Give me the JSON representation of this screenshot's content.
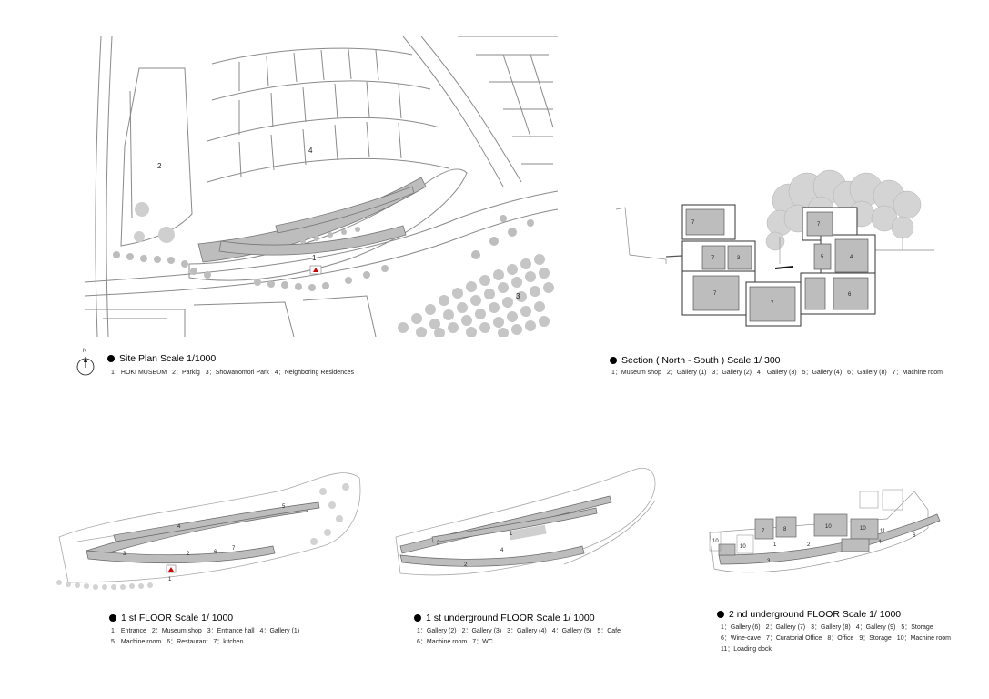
{
  "site_plan": {
    "title": "Site Plan Scale 1/1000",
    "north": "N",
    "labels": [
      "1",
      "2",
      "3",
      "4"
    ],
    "legend": [
      "1：HOKI MUSEUM",
      "2：Parkig",
      "3：Showanomori Park",
      "4：Neighboring Residences"
    ]
  },
  "section": {
    "title": "Section ( North - South ) Scale 1/ 300",
    "labels": [
      "7",
      "7",
      "3",
      "7",
      "7",
      "7",
      "5",
      "4",
      "6"
    ],
    "legend": [
      "1：Museum shop",
      "2：Gallery (1)",
      "3：Gallery (2)",
      "4：Gallery (3)",
      "5：Gallery (4)",
      "6：Gallery (8)",
      "7：Machine room"
    ]
  },
  "floor1": {
    "title": "1 st  FLOOR Scale 1/ 1000",
    "labels": [
      "4",
      "3",
      "5",
      "6",
      "7",
      "2",
      "1"
    ],
    "legend_line1": [
      "1：Entrance",
      "2：Museum shop",
      "3：Entrance hall",
      "4：Gallery (1)"
    ],
    "legend_line2": [
      "5：Machine room",
      "6：Restaurant",
      "7：kitchen"
    ]
  },
  "underground1": {
    "title": "1 st underground FLOOR Scale 1/ 1000",
    "labels": [
      "1",
      "3",
      "4",
      "2"
    ],
    "legend_line1": [
      "1：Gallery (2)",
      "2：Gallery (3)",
      "3：Gallery (4)",
      "4：Gallery (5)",
      "5：Cafe"
    ],
    "legend_line2": [
      "6：Machine room",
      "7：WC"
    ]
  },
  "underground2": {
    "title": "2 nd underground FLOOR Scale 1/ 1000",
    "labels": [
      "7",
      "8",
      "10",
      "10",
      "11",
      "4",
      "6",
      "1",
      "2",
      "10",
      "10",
      "3"
    ],
    "legend_line1": [
      "1：Gallery (6)",
      "2：Gallery (7)",
      "3：Gallery (8)",
      "4：Gallery (9)",
      "5：Storage"
    ],
    "legend_line2": [
      "6：Wine-cave",
      "7：Curatorial Office",
      "8：Office",
      "9：Storage",
      "10：Machine room"
    ],
    "legend_line3": [
      "11：Loading dock"
    ]
  },
  "colors": {
    "building_fill": "#bdbdbd",
    "tree_fill": "#cfcfcf",
    "line": "#7a7a7a",
    "entrance_marker": "#d40000"
  }
}
